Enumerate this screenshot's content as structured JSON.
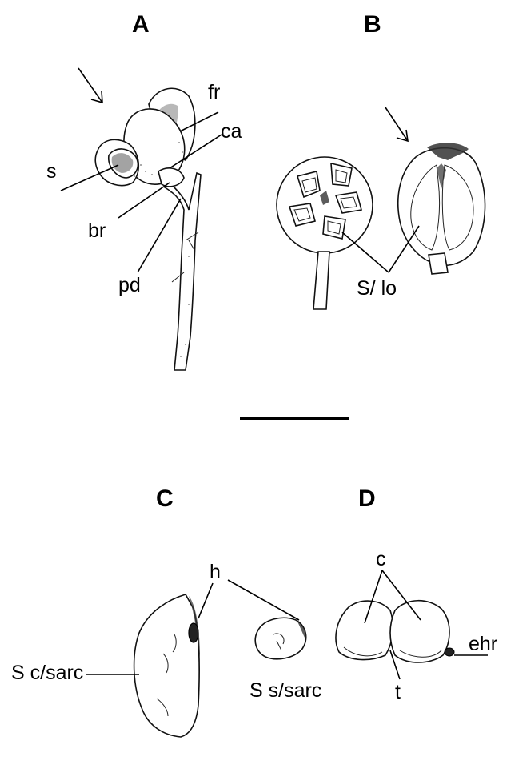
{
  "panels": {
    "a": "A",
    "b": "B",
    "c": "C",
    "d": "D"
  },
  "labels": {
    "fr": "fr",
    "ca": "ca",
    "s": "s",
    "br": "br",
    "pd": "pd",
    "s_lo": "S/ lo",
    "h": "h",
    "s_c_sarc": "S c/sarc",
    "s_s_sarc": "S s/sarc",
    "c": "c",
    "t": "t",
    "ehr": "ehr"
  }
}
